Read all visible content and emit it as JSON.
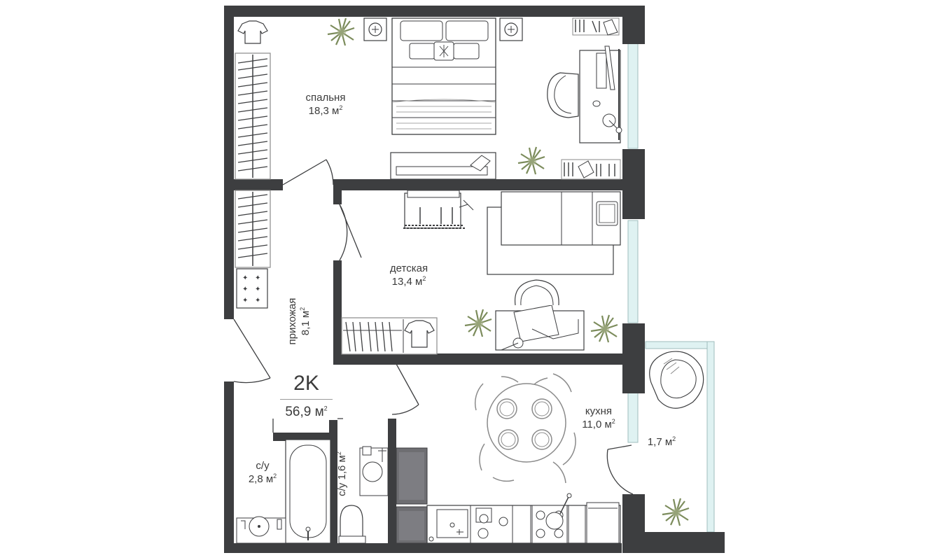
{
  "plan": {
    "apartment_type": "2K",
    "total_area": "56,9 м",
    "area_unit_superscript": "2",
    "colors": {
      "wall": "#3d3e40",
      "line": "#8a8a8a",
      "glass": "#dff2f2",
      "plant": "#7c8c5c",
      "appliance": "#6e6e72",
      "text": "#3b3b3b"
    },
    "rooms": [
      {
        "key": "bedroom",
        "name": "спальня",
        "area": "18,3 м"
      },
      {
        "key": "kids",
        "name": "детская",
        "area": "13,4 м"
      },
      {
        "key": "kitchen",
        "name": "кухня",
        "area": "11,0 м"
      },
      {
        "key": "hall",
        "name": "прихожая",
        "area": "8,1 м"
      },
      {
        "key": "wc1",
        "name": "с/у",
        "area": "2,8 м"
      },
      {
        "key": "wc2",
        "name": "с/у",
        "area": "1,6 м"
      },
      {
        "key": "balcony",
        "name": "",
        "area": "1,7 м"
      }
    ],
    "icons": [
      "bed-icon",
      "wardrobe-icon",
      "desk-icon",
      "chair-icon",
      "plant-icon",
      "bathtub-icon",
      "toilet-icon",
      "sink-icon",
      "stove-icon",
      "dining-table-icon",
      "armchair-icon",
      "fridge-icon",
      "shirt-icon",
      "rug-icon",
      "bunk-bed-icon"
    ]
  }
}
